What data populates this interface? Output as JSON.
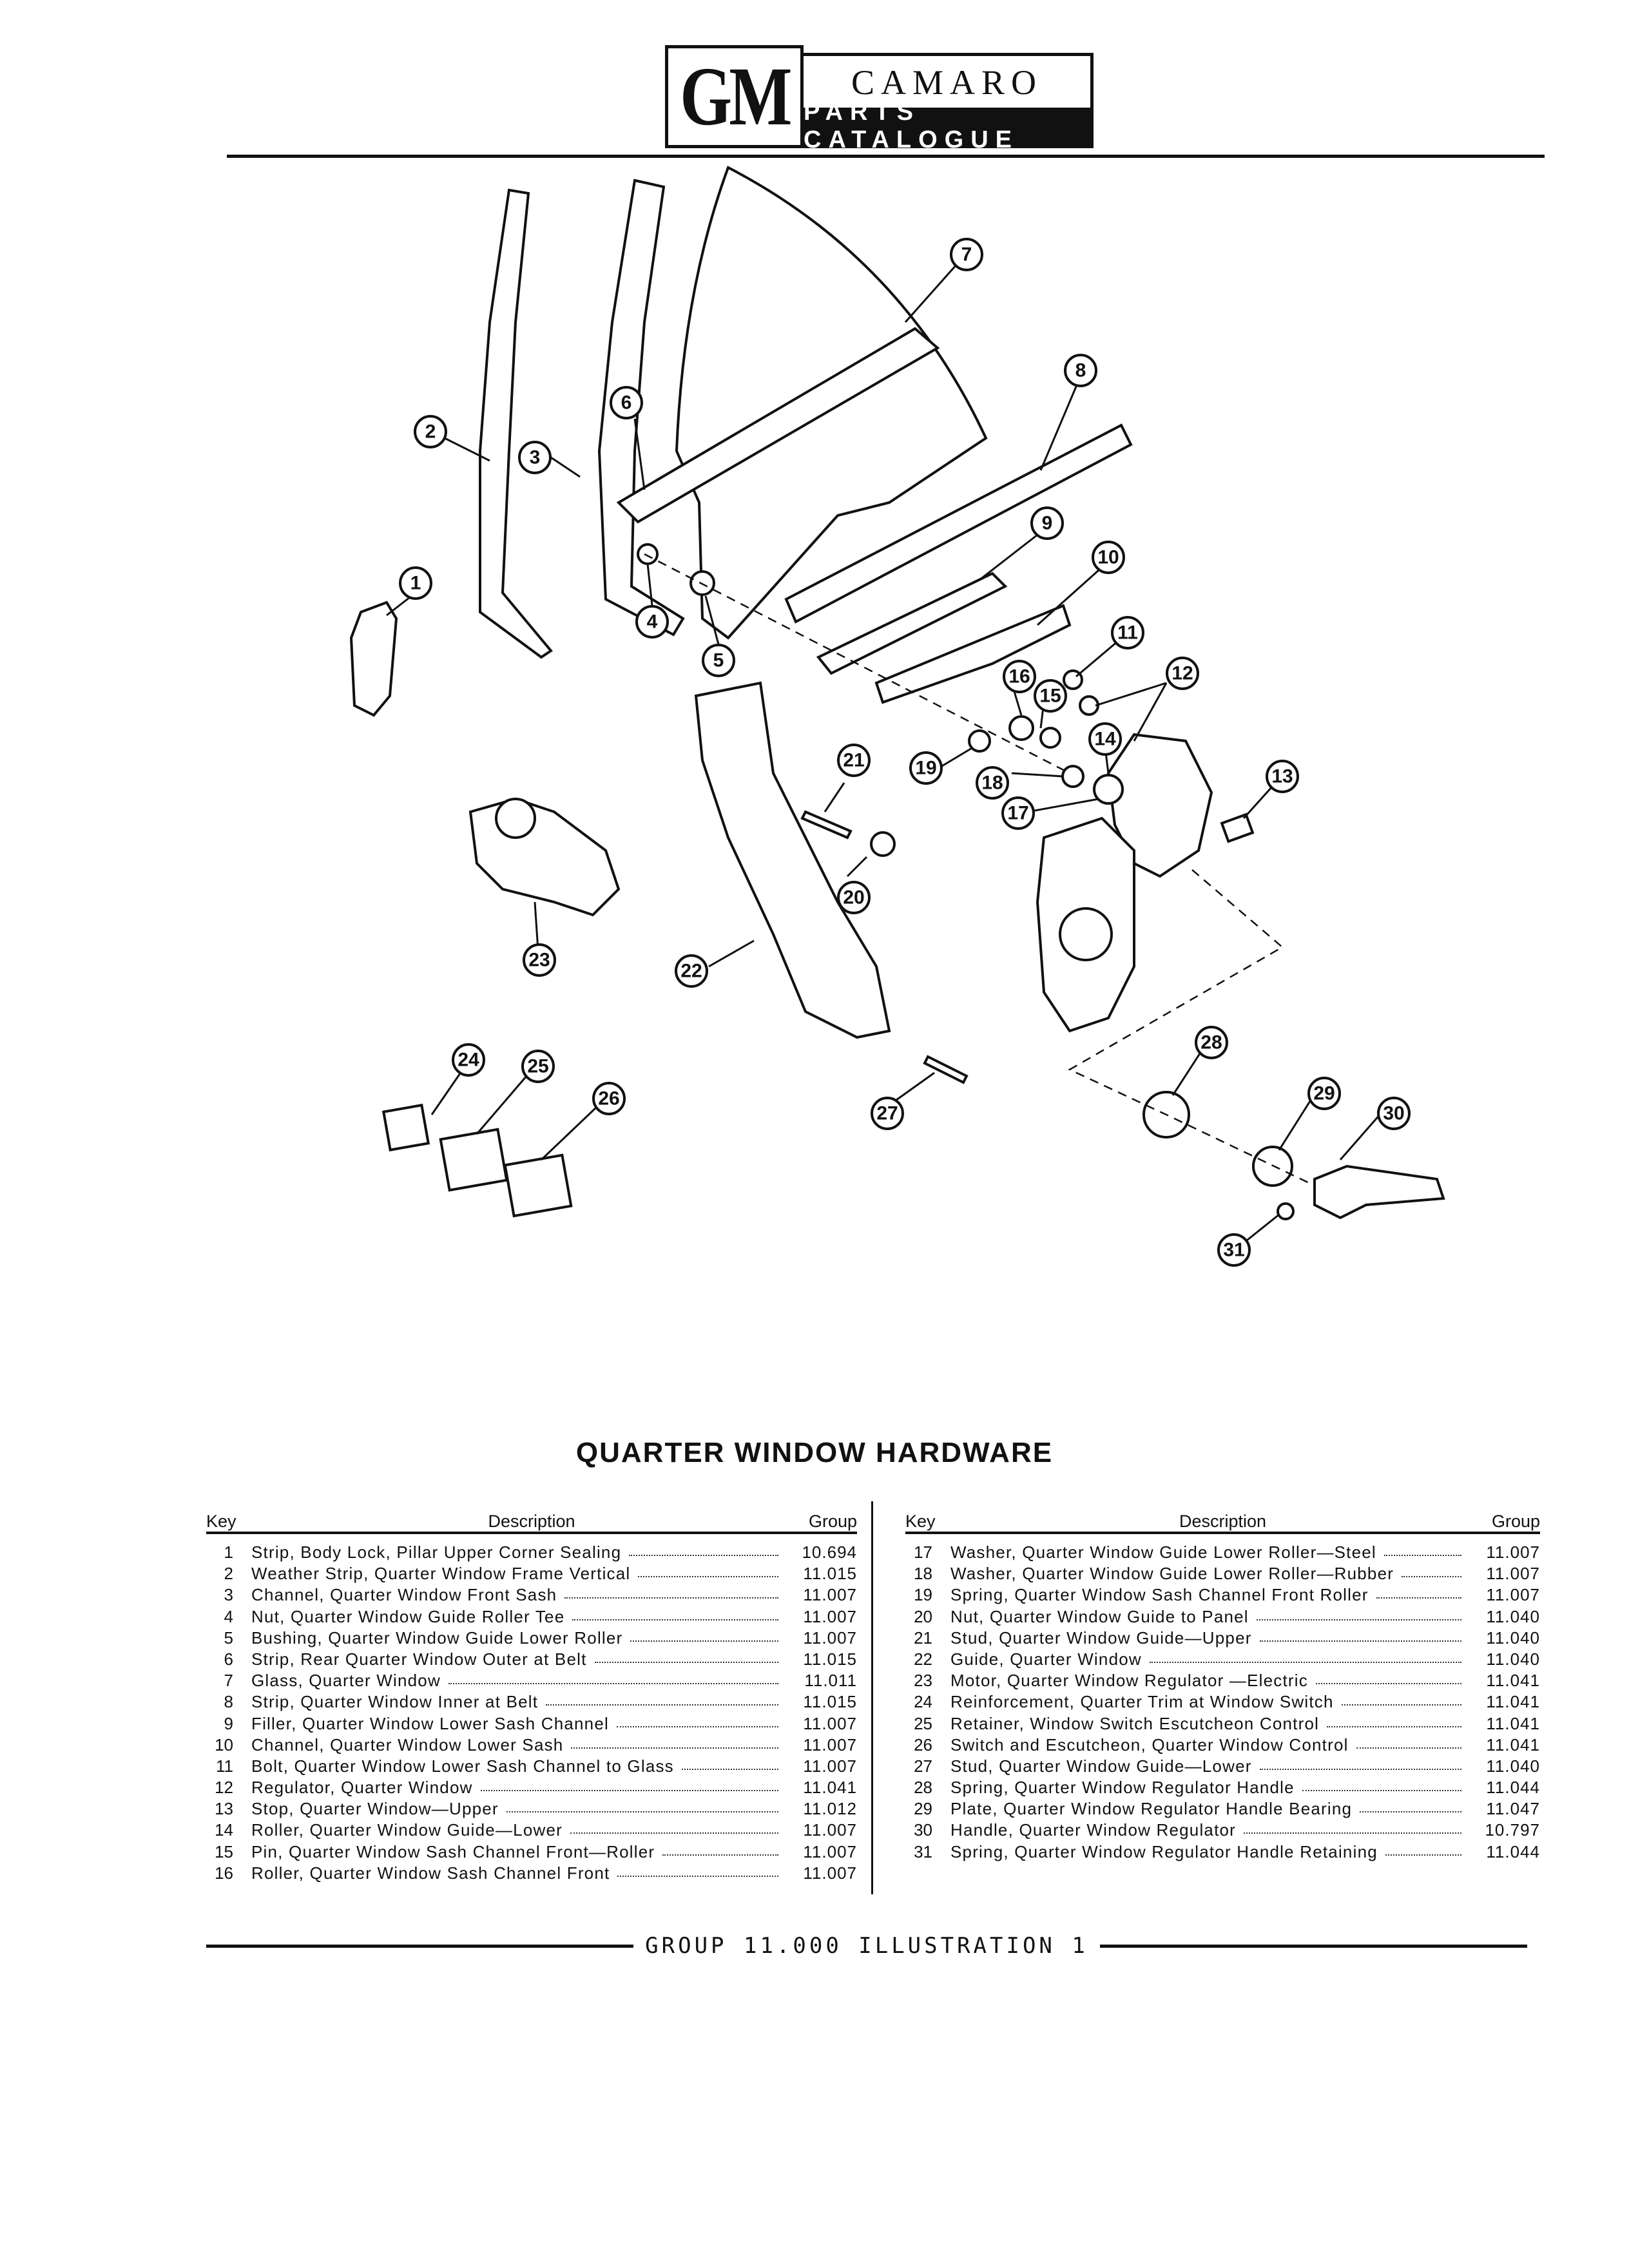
{
  "header": {
    "logo": "GM",
    "model": "CAMARO",
    "catalogue": "PARTS CATALOGUE"
  },
  "title": "QUARTER WINDOW HARDWARE",
  "table_headers": {
    "key": "Key",
    "description": "Description",
    "group": "Group"
  },
  "callouts": [
    "1",
    "2",
    "3",
    "4",
    "5",
    "6",
    "7",
    "8",
    "9",
    "10",
    "11",
    "12",
    "13",
    "14",
    "15",
    "16",
    "17",
    "18",
    "19",
    "20",
    "21",
    "22",
    "23",
    "24",
    "25",
    "26",
    "27",
    "28",
    "29",
    "30",
    "31"
  ],
  "left_rows": [
    {
      "key": "1",
      "description": "Strip, Body Lock, Pillar Upper Corner Sealing",
      "group": "10.694"
    },
    {
      "key": "2",
      "description": "Weather Strip, Quarter Window Frame Vertical",
      "group": "11.015"
    },
    {
      "key": "3",
      "description": "Channel, Quarter Window Front Sash",
      "group": "11.007"
    },
    {
      "key": "4",
      "description": "Nut, Quarter Window Guide Roller Tee",
      "group": "11.007"
    },
    {
      "key": "5",
      "description": "Bushing, Quarter Window Guide Lower Roller",
      "group": "11.007"
    },
    {
      "key": "6",
      "description": "Strip, Rear Quarter Window Outer at Belt",
      "group": "11.015"
    },
    {
      "key": "7",
      "description": "Glass, Quarter Window",
      "group": "11.011"
    },
    {
      "key": "8",
      "description": "Strip, Quarter Window Inner at Belt",
      "group": "11.015"
    },
    {
      "key": "9",
      "description": "Filler, Quarter Window Lower Sash Channel",
      "group": "11.007"
    },
    {
      "key": "10",
      "description": "Channel, Quarter Window Lower Sash",
      "group": "11.007"
    },
    {
      "key": "11",
      "description": "Bolt, Quarter Window Lower Sash Channel to Glass",
      "group": "11.007"
    },
    {
      "key": "12",
      "description": "Regulator, Quarter Window",
      "group": "11.041"
    },
    {
      "key": "13",
      "description": "Stop, Quarter Window—Upper",
      "group": "11.012"
    },
    {
      "key": "14",
      "description": "Roller, Quarter Window Guide—Lower",
      "group": "11.007"
    },
    {
      "key": "15",
      "description": "Pin, Quarter Window Sash Channel Front—Roller",
      "group": "11.007"
    },
    {
      "key": "16",
      "description": "Roller, Quarter Window Sash Channel Front",
      "group": "11.007"
    }
  ],
  "right_rows": [
    {
      "key": "17",
      "description": "Washer, Quarter Window Guide Lower Roller—Steel",
      "group": "11.007"
    },
    {
      "key": "18",
      "description": "Washer, Quarter Window Guide Lower Roller—Rubber",
      "group": "11.007"
    },
    {
      "key": "19",
      "description": "Spring, Quarter Window Sash Channel Front Roller",
      "group": "11.007"
    },
    {
      "key": "20",
      "description": "Nut, Quarter Window Guide to Panel",
      "group": "11.040"
    },
    {
      "key": "21",
      "description": "Stud, Quarter Window Guide—Upper",
      "group": "11.040"
    },
    {
      "key": "22",
      "description": "Guide, Quarter Window",
      "group": "11.040"
    },
    {
      "key": "23",
      "description": "Motor, Quarter Window Regulator —Electric",
      "group": "11.041"
    },
    {
      "key": "24",
      "description": "Reinforcement, Quarter Trim at Window Switch",
      "group": "11.041"
    },
    {
      "key": "25",
      "description": "Retainer, Window Switch Escutcheon Control",
      "group": "11.041"
    },
    {
      "key": "26",
      "description": "Switch and Escutcheon, Quarter Window Control",
      "group": "11.041"
    },
    {
      "key": "27",
      "description": "Stud, Quarter Window Guide—Lower",
      "group": "11.040"
    },
    {
      "key": "28",
      "description": "Spring, Quarter Window Regulator Handle",
      "group": "11.044"
    },
    {
      "key": "29",
      "description": "Plate, Quarter Window Regulator Handle Bearing",
      "group": "11.047"
    },
    {
      "key": "30",
      "description": "Handle, Quarter Window Regulator",
      "group": "10.797"
    },
    {
      "key": "31",
      "description": "Spring, Quarter Window Regulator Handle Retaining",
      "group": "11.044"
    }
  ],
  "footer": "GROUP 11.000 ILLUSTRATION 1"
}
